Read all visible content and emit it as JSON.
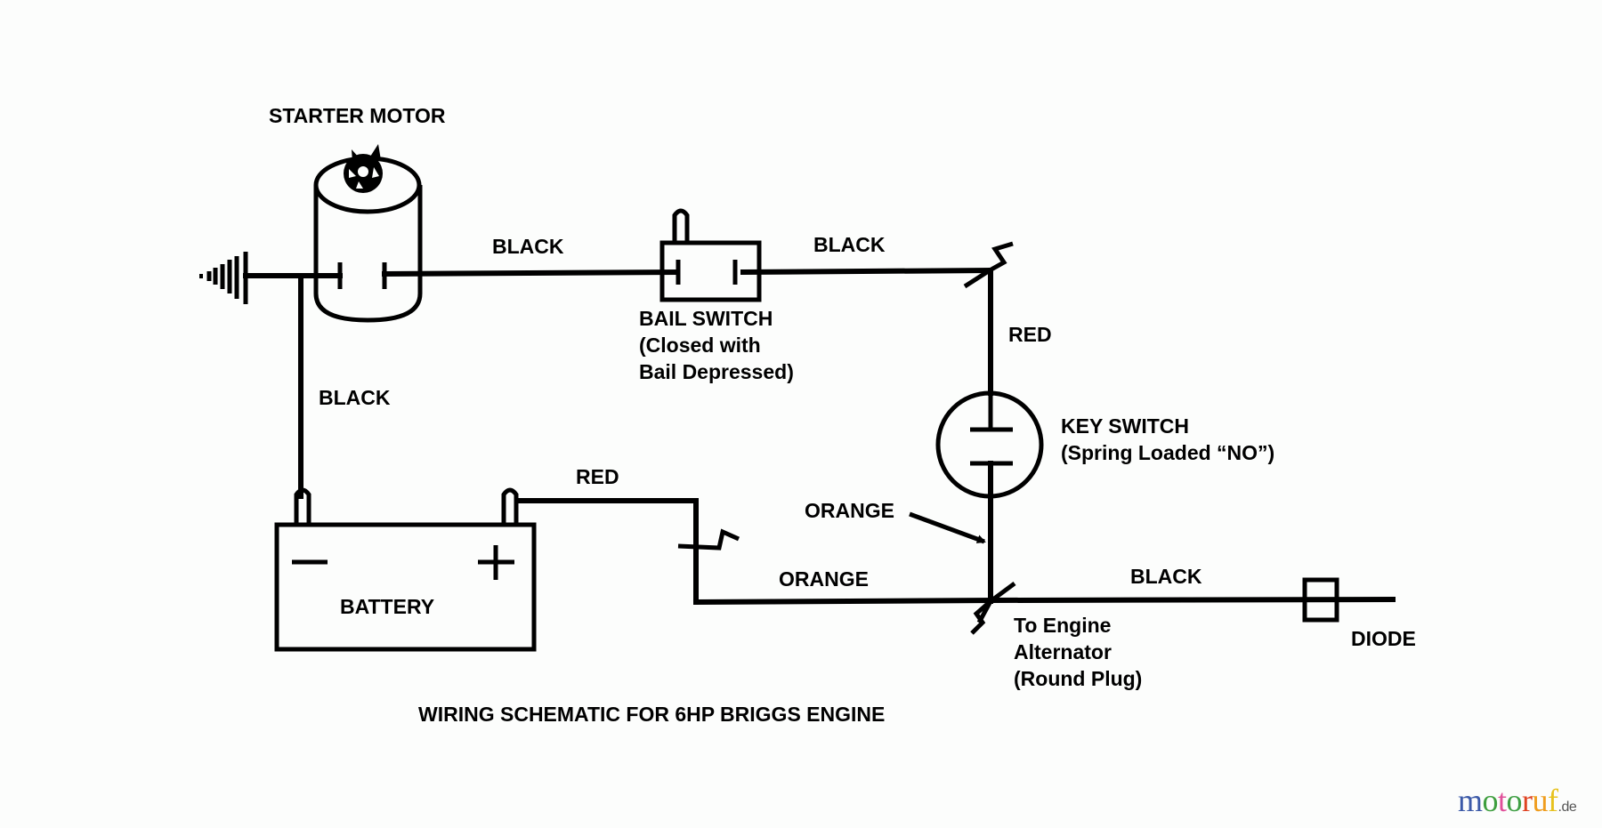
{
  "title": "WIRING SCHEMATIC FOR 6HP BRIGGS ENGINE",
  "components": {
    "starter_motor": "STARTER MOTOR",
    "bail_switch": [
      "BAIL SWITCH",
      "(Closed with",
      "Bail Depressed)"
    ],
    "key_switch": [
      "KEY SWITCH",
      "(Spring Loaded “NO”)"
    ],
    "battery": "BATTERY",
    "battery_neg": "−",
    "battery_pos": "+",
    "alternator": [
      "To Engine",
      "Alternator",
      "(Round Plug)"
    ],
    "diode": "DIODE"
  },
  "wires": {
    "motor_to_bail": "BLACK",
    "bail_to_key": "BLACK",
    "key_upper": "RED",
    "ground_to_battery": "BLACK",
    "battery_pos": "RED",
    "lower_orange": "ORANGE",
    "arrow_orange": "ORANGE",
    "to_diode": "BLACK"
  },
  "watermark": {
    "letters": [
      {
        "ch": "m",
        "color": "#3c5aa8"
      },
      {
        "ch": "o",
        "color": "#3e9e3e"
      },
      {
        "ch": "t",
        "color": "#e0509a"
      },
      {
        "ch": "o",
        "color": "#3f9f44"
      },
      {
        "ch": "r",
        "color": "#df4322"
      },
      {
        "ch": "u",
        "color": "#ef9d1e"
      },
      {
        "ch": "f",
        "color": "#e7c21e"
      }
    ],
    "suffix": ".de"
  }
}
